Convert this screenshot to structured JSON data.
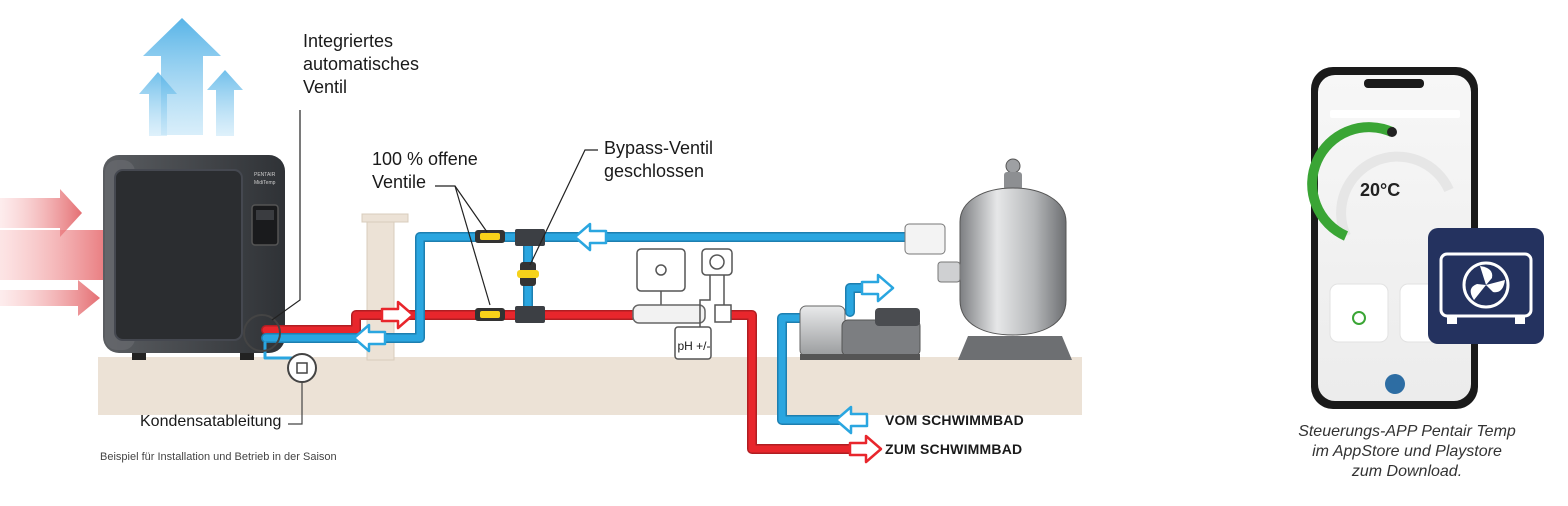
{
  "labels": {
    "auto_valve": [
      "Integriertes",
      "automatisches",
      "Ventil"
    ],
    "open_valves": [
      "100 % offene",
      "Ventile"
    ],
    "bypass_valve": [
      "Bypass-Ventil",
      "geschlossen"
    ],
    "condensate": "Kondensatableitung",
    "caption": "Beispiel für Installation und Betrieb in der Saison",
    "from_pool": "VOM SCHWIMMBAD",
    "to_pool": "ZUM SCHWIMMBAD",
    "ph": "pH +/-"
  },
  "app": {
    "caption": [
      "Steuerungs-APP Pentair Temp",
      "im AppStore und Playstore",
      "zum Download."
    ],
    "temperature": "20°C"
  },
  "colors": {
    "hot": "#e8262c",
    "cold": "#2aa6e0",
    "ground": "#ece2d6",
    "badge": "#24325f",
    "gauge": "#3aa535"
  }
}
